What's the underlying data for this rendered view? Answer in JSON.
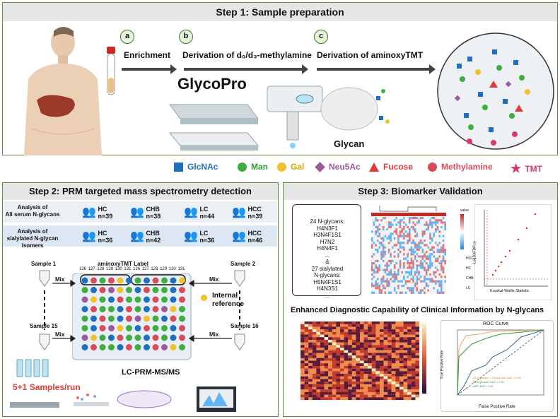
{
  "step1": {
    "title": "Step 1: Sample preparation",
    "steps": [
      {
        "letter": "a",
        "label": "Enrichment"
      },
      {
        "letter": "b",
        "label": "Derivation of d₀/d₃-methylamine"
      },
      {
        "letter": "c",
        "label": "Derivation of aminoxyTMT"
      }
    ],
    "product": "GlycoPro",
    "glycan_label": "Glycan"
  },
  "legend": [
    {
      "name": "GlcNAc",
      "color": "#1f6fbf",
      "text_color": "#1f6fbf",
      "shape": "square"
    },
    {
      "name": "Man",
      "color": "#3fae3f",
      "text_color": "#2e9a2e",
      "shape": "circle"
    },
    {
      "name": "Gal",
      "color": "#f2c12e",
      "text_color": "#d9a400",
      "shape": "circle"
    },
    {
      "name": "Neu5Ac",
      "color": "#9c5a9c",
      "text_color": "#9c5a9c",
      "shape": "diamond"
    },
    {
      "name": "Fucose",
      "color": "#e23a3a",
      "text_color": "#e23a3a",
      "shape": "triangle"
    },
    {
      "name": "Methylamine",
      "color": "#d94a5a",
      "text_color": "#d94a5a",
      "shape": "circle"
    },
    {
      "name": "TMT",
      "color": "#d93a6a",
      "text_color": "#d93a6a",
      "shape": "star"
    }
  ],
  "step2": {
    "title": "Step 2: PRM targeted mass spectrometry detection",
    "rows": [
      {
        "label": "Analysis of\nAll serum N-glycans",
        "groups": [
          {
            "name": "HC",
            "n": "n=39",
            "color": "#4a8fd0"
          },
          {
            "name": "CHB",
            "n": "n=38",
            "color": "#b5b35a"
          },
          {
            "name": "LC",
            "n": "n=44",
            "color": "#2f6a2f"
          },
          {
            "name": "HCC",
            "n": "n=39",
            "color": "#9a2a2a"
          }
        ]
      },
      {
        "label": "Analysis of\nsialylated N-glycan isomers",
        "groups": [
          {
            "name": "HC",
            "n": "n=36",
            "color": "#4a8fd0"
          },
          {
            "name": "CHB",
            "n": "n=42",
            "color": "#b5b35a"
          },
          {
            "name": "LC",
            "n": "n=36",
            "color": "#2f6a2f"
          },
          {
            "name": "HCC",
            "n": "n=46",
            "color": "#9a2a2a"
          }
        ]
      }
    ],
    "tmt_title": "aminoxyTMT Label",
    "tmt_channels": "126 127 128 129 130 131 126 127 128 129 130 131",
    "samples": [
      "Sample 1",
      "Sample 2",
      "Sample 15",
      "Sample 16"
    ],
    "mix": "Mix",
    "internal_ref": "Internal\nreference",
    "lcms": "LC-PRM-MS/MS",
    "samples_run": "5+1 Samples/run"
  },
  "step3": {
    "title": "Step 3: Biomarker Validation",
    "scroll_text": "24 N-glycans:\nH4N3F1\nH3N4F1S1\nH7N2\nH4N4F1\n...\n&\n27 sialylated\nN-glycans:\nH5N4F1S1\nH4N3S1\n...",
    "heatmap_legend": [
      "value",
      "HC",
      "CHB",
      "LC",
      "HCC"
    ],
    "kw_xlabel": "Kruskal-Wallis Statistic",
    "kw_ylabel": "-Log10(FDR p)",
    "diag_title": "Enhanced Diagnostic Capability of Clinical Information by N-glycans",
    "roc": {
      "title": "ROC Curve",
      "xlabel": "False Positive Rate",
      "ylabel": "True Positive Rate",
      "legend": [
        "24 N-glycans + Clinical Info: AUC = 0.99",
        "24 N-glycans: AUC = 0.94",
        "AFP: AUC = 0.67"
      ]
    }
  }
}
